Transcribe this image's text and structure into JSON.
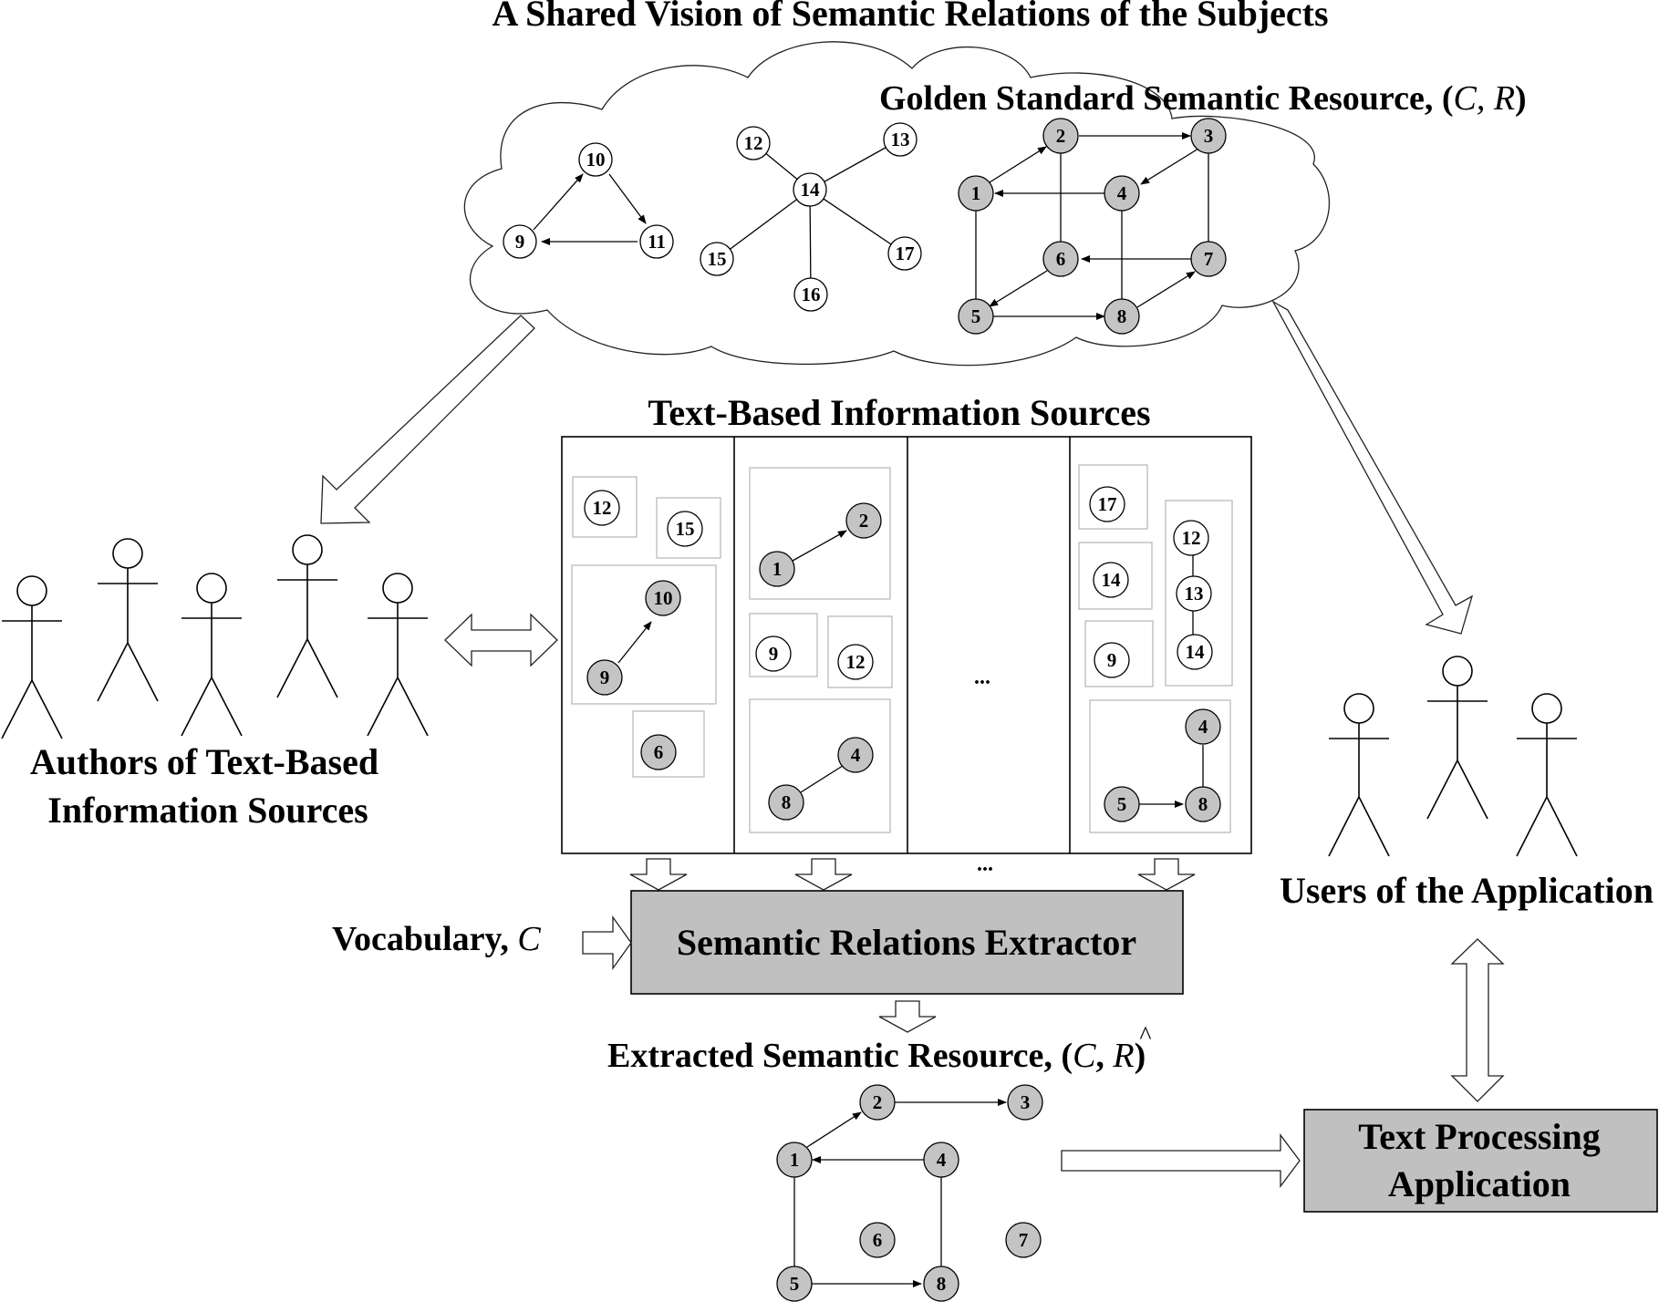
{
  "labels": {
    "cloud_title": "A Shared Vision of Semantic Relations of the Subjects",
    "golden_prefix": "Golden Standard Semantic Resource, (",
    "golden_var": "C, R",
    "golden_suffix": ")",
    "text_sources_title": "Text-Based Information Sources",
    "authors_line1": "Authors of Text-Based",
    "authors_line2": "Information Sources",
    "users_title": "Users of the Application",
    "vocabulary_prefix": "Vocabulary, ",
    "vocabulary_var": "C",
    "extractor": "Semantic Relations Extractor",
    "extracted_prefix": "Extracted Semantic Resource, (",
    "extracted_var_c": "C",
    "extracted_sep": ", ",
    "extracted_var_r": "R",
    "extracted_hat": "^",
    "extracted_suffix": ")",
    "app_line1": "Text Processing",
    "app_line2": "Application",
    "ellipsis_mid": "...",
    "ellipsis_arrows": "..."
  },
  "colors": {
    "node_gray": "#c4c4c4",
    "box_gray": "#c0c0c0",
    "line": "#000000",
    "thin_box": "#b5b5b5"
  },
  "cloud_nodes": [
    "10",
    "11",
    "9",
    "12",
    "13",
    "14",
    "15",
    "16",
    "17"
  ],
  "golden_nodes": [
    "1",
    "2",
    "3",
    "4",
    "5",
    "6",
    "7",
    "8"
  ],
  "source_panels": {
    "panel1": [
      "12",
      "15",
      "10",
      "9",
      "6"
    ],
    "panel2": [
      "2",
      "1",
      "9",
      "12",
      "4",
      "8"
    ],
    "panel4": [
      "17",
      "14",
      "9",
      "12",
      "13",
      "14",
      "4",
      "5",
      "8"
    ]
  },
  "extracted_nodes": [
    "1",
    "2",
    "3",
    "4",
    "5",
    "6",
    "7",
    "8"
  ]
}
